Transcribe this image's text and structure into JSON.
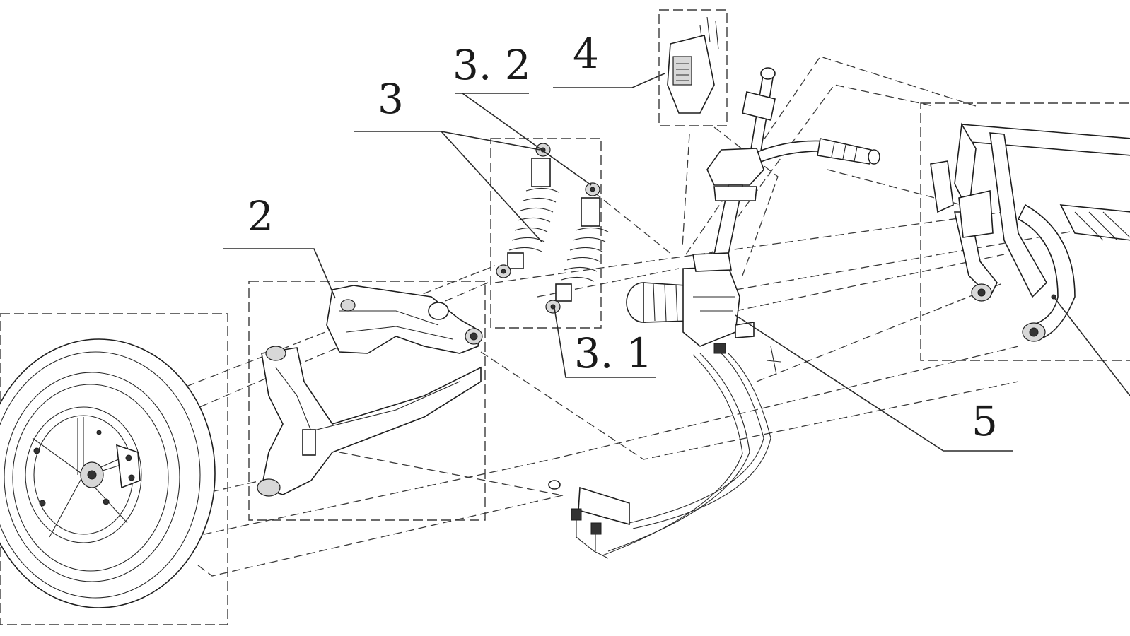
{
  "diagram": {
    "type": "exploded-assembly-drawing",
    "colors": {
      "background": "#ffffff",
      "line": "#1e1e1e"
    },
    "callouts": [
      {
        "id": "callout-2",
        "label": "2"
      },
      {
        "id": "callout-3",
        "label": "3"
      },
      {
        "id": "callout-3-2",
        "label": "3. 2"
      },
      {
        "id": "callout-4",
        "label": "4"
      },
      {
        "id": "callout-3-1",
        "label": "3. 1"
      },
      {
        "id": "callout-5",
        "label": "5"
      }
    ]
  }
}
